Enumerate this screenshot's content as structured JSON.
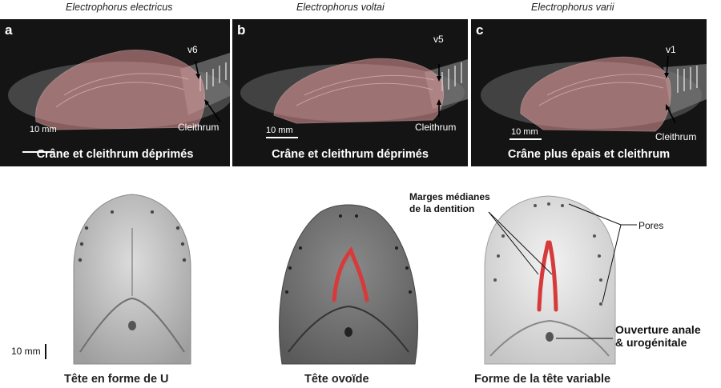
{
  "panels": [
    {
      "letter": "a",
      "species": "Electrophorus electricus",
      "vertebra": "v6",
      "bone": "Cleithrum",
      "scale": "10 mm",
      "caption": "Crâne et cleithrum déprimés"
    },
    {
      "letter": "b",
      "species": "Electrophorus voltai",
      "vertebra": "v5",
      "bone": "Cleithrum",
      "scale": "10 mm",
      "caption": "Crâne et cleithrum déprimés"
    },
    {
      "letter": "c",
      "species": "Electrophorus varii",
      "vertebra": "v1",
      "bone": "Cleithrum",
      "scale": "10 mm",
      "caption": "Crâne plus épais et cleithrum"
    }
  ],
  "heads": {
    "scale": "10 mm",
    "captions": [
      "Tête en forme de U",
      "Tête ovoïde",
      "Forme de la tête variable"
    ],
    "labels": {
      "dentition_line1": "Marges médianes",
      "dentition_line2": "de la dentition",
      "pores": "Pores",
      "opening_line1": "Ouverture anale",
      "opening_line2": "& urogénitale"
    }
  },
  "colors": {
    "skull_overlay": "#e89a9a",
    "dentition_marks": "#d63a3a",
    "panel_background": "#141414"
  }
}
